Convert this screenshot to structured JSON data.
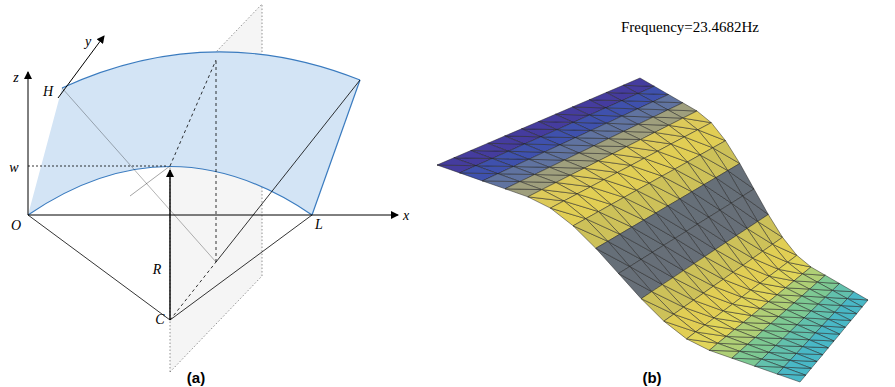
{
  "diagram": {
    "labels": [
      "y",
      "z",
      "H",
      "w",
      "O",
      "R",
      "C",
      "L",
      "x",
      "Frequency=23.4682Hz",
      "(a)",
      "(b)"
    ]
  }
}
